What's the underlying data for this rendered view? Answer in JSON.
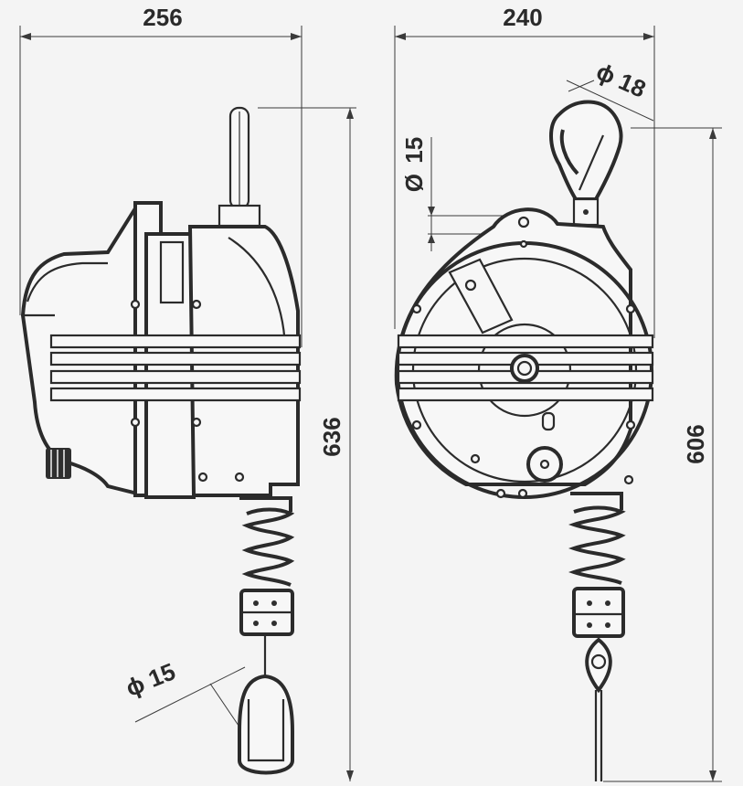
{
  "dimensions": {
    "side_width": "256",
    "front_width": "240",
    "side_height": "636",
    "front_height": "606",
    "bottom_hook_dia": "15",
    "top_hook_dia": "18",
    "ring_dia": "15"
  },
  "symbols": {
    "phi": "ϕ",
    "diameter": "Ø"
  },
  "colors": {
    "background": "#f4f4f4",
    "line": "#2b2b2b",
    "dimension": "#3a3a3a"
  }
}
